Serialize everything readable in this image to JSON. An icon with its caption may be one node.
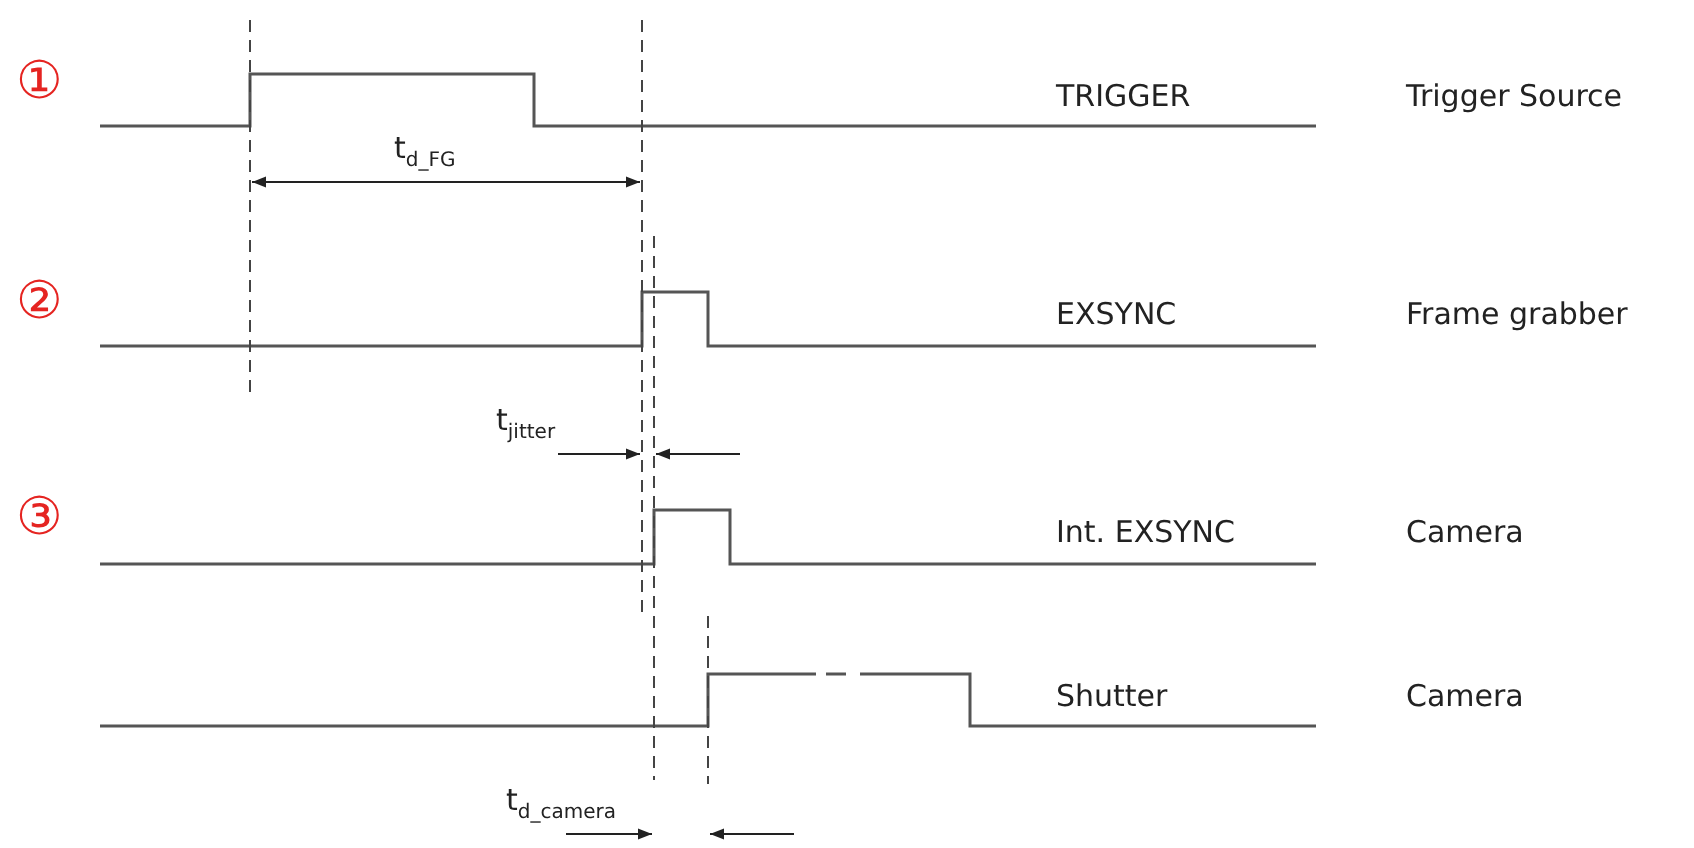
{
  "diagram": {
    "labels": [
      "①",
      "TRIGGER",
      "Trigger Source",
      "t$_{d_FG}$",
      "②",
      "EXSYNC",
      "Frame grabber",
      "t$_{jitter}$",
      "③",
      "Int. EXSYNC",
      "Camera",
      "Shutter",
      "Camera",
      "t$_{d_camera}$"
    ]
  }
}
